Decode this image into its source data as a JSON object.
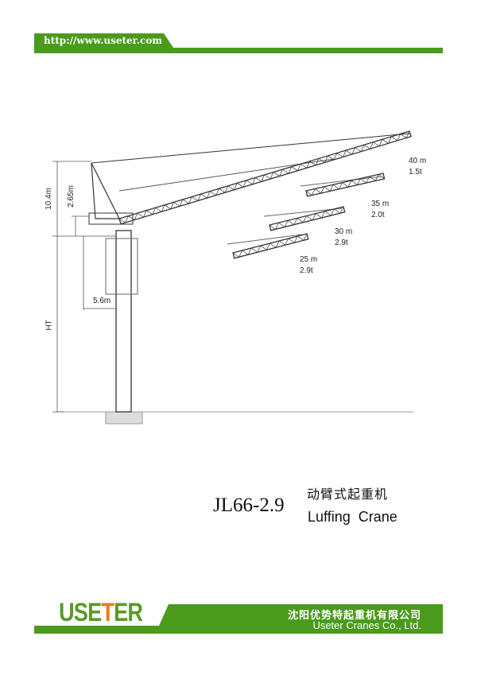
{
  "header": {
    "url": "http://www.useter.com"
  },
  "drawing": {
    "dimensions": {
      "height_total": "10.4m",
      "height_top": "2.65m",
      "tower_height": "HT",
      "radius_min": "5.6m"
    },
    "configs": [
      {
        "radius": "40 m",
        "load": "1.5t"
      },
      {
        "radius": "35 m",
        "load": "2.0t"
      },
      {
        "radius": "30 m",
        "load": "2.9t"
      },
      {
        "radius": "25 m",
        "load": "2.9t"
      }
    ]
  },
  "title": {
    "model": "JL66-2.9",
    "name_cn": "动臂式起重机",
    "name_en": "Luffing  Crane"
  },
  "footer": {
    "logo": "USETER",
    "company_cn": "沈阳优势特起重机有限公司",
    "company_en": "Useter Cranes Co., Ltd."
  },
  "colors": {
    "green": "#4a9a1c",
    "orange": "#f07a10"
  }
}
